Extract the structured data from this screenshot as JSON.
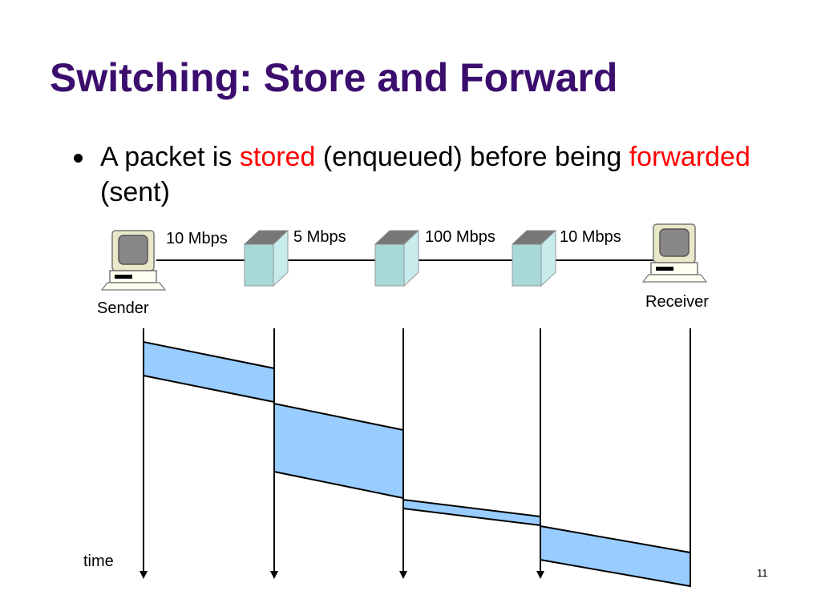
{
  "slide": {
    "title": "Switching: Store and Forward",
    "bullet": {
      "prefix": "A packet is ",
      "stored": "stored",
      "middle": " (enqueued) before being ",
      "forwarded": "forwarded",
      "suffix": " (sent)"
    },
    "page_number": "11"
  },
  "diagram": {
    "links": [
      "10 Mbps",
      "5 Mbps",
      "100 Mbps",
      "10 Mbps"
    ],
    "sender_label": "Sender",
    "receiver_label": "Receiver",
    "time_label": "time"
  },
  "colors": {
    "title": "#3b0e6e",
    "highlight": "#ff0000",
    "packet_fill": "#99ccff",
    "switch_fill": "#a8d8d8"
  }
}
